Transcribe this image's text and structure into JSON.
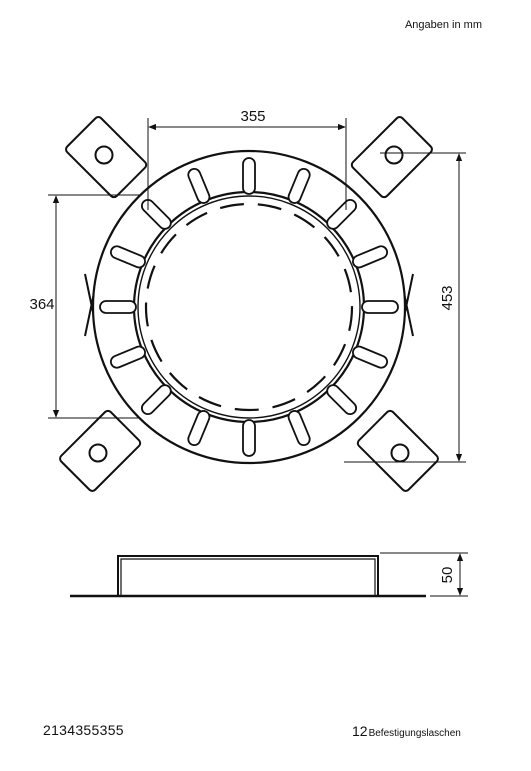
{
  "units_note": "Angaben in mm",
  "dimensions": {
    "top_width": "355",
    "left_height": "364",
    "right_height": "453",
    "side_height": "50"
  },
  "footer": {
    "article_number": "2134355355",
    "quantity": "12",
    "quantity_label": "Befestigungslaschen"
  }
}
